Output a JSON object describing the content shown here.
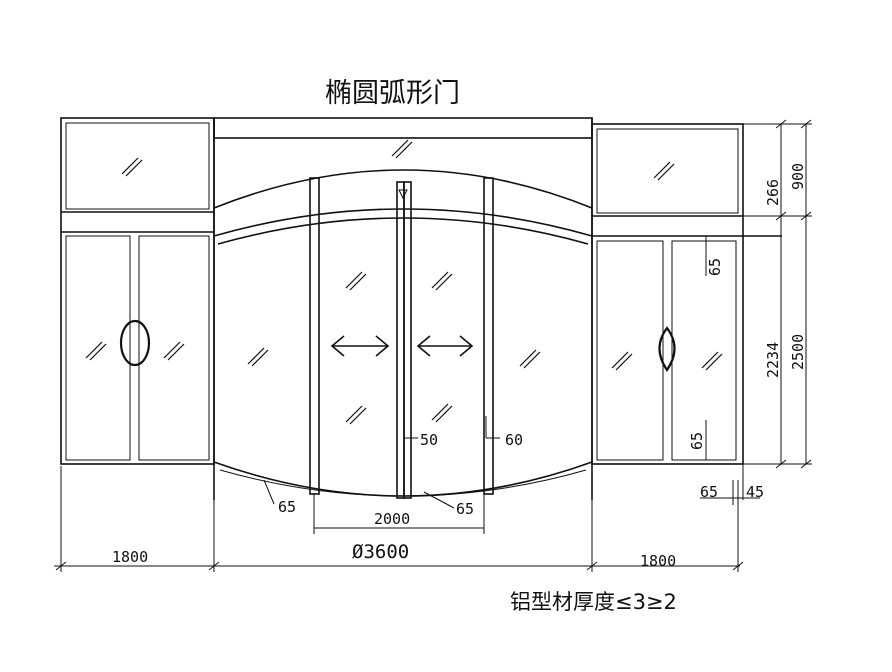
{
  "title": "椭圆弧形门",
  "note": "铝型材厚度≤3≥2",
  "dimensions": {
    "left_width": "1800",
    "right_width": "1800",
    "center_diameter": "Ø3600",
    "door_opening": "2000",
    "transom_height": "266",
    "top_height": "900",
    "leaf_height": "2234",
    "total_height": "2500",
    "profile_65_top": "65",
    "profile_65_mid": "65",
    "profile_65_bottom": "65",
    "profile_45": "45",
    "bottom_left_65": "65",
    "bottom_center_65": "65",
    "marker_50": "50",
    "marker_60": "60"
  }
}
